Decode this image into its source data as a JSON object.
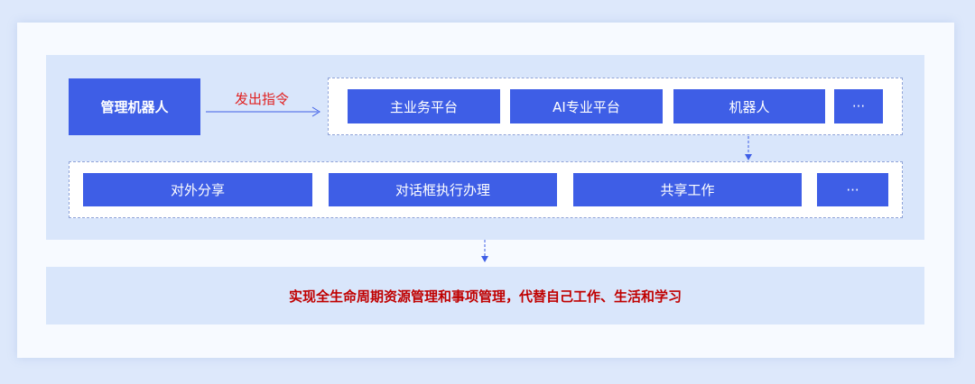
{
  "manager": {
    "label": "管理机器人"
  },
  "command_label": "发出指令",
  "row1": [
    "主业务平台",
    "AI专业平台",
    "机器人",
    "···"
  ],
  "row2": [
    "对外分享",
    "对话框执行办理",
    "共享工作",
    "···"
  ],
  "bottom": {
    "text": "实现全生命周期资源管理和事项管理，代替自己工作、生活和学习"
  },
  "colors": {
    "block": "#3e5ee6",
    "panel": "#d9e6fb",
    "label_red": "#e02020",
    "bottom_red": "#c00000",
    "arrow": "#3e5ee6"
  }
}
